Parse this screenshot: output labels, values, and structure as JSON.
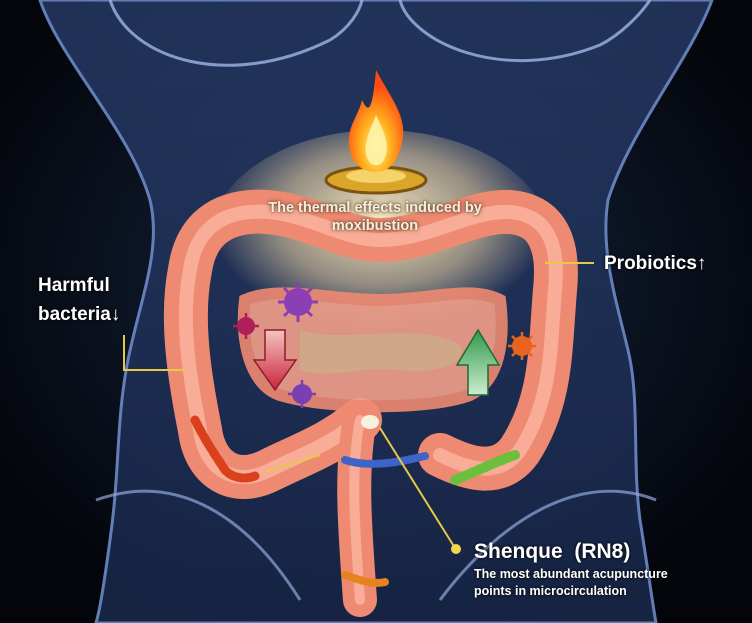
{
  "labels": {
    "thermal_line1": "The thermal effects induced by",
    "thermal_line2": "moxibustion",
    "harmful_line1": "Harmful",
    "harmful_line2": "bacteria↓",
    "probiotics": "Probiotics↑",
    "shenque_title": "Shenque  (RN8)",
    "shenque_desc_line1": "The most abundant acupuncture",
    "shenque_desc_line2": "points in microcirculation"
  },
  "colors": {
    "background": "#05070d",
    "body_outline": "#6d8bc9",
    "colon": "#f08a73",
    "colon_highlight": "#ffc7b3",
    "flame_outer": "#ff6a1a",
    "flame_inner": "#ffd84a",
    "leader_line": "#e8c84a",
    "arrow_down": "#d9364a",
    "arrow_up": "#3fae5a",
    "harmful_microbe": "#8a3fb5",
    "probiotic_microbe": "#6cbf3a"
  },
  "icons": [
    "moxibustion-flame-icon",
    "moxa-stand-icon",
    "down-arrow-icon",
    "up-arrow-icon",
    "virus-icon",
    "bacteria-chain-icon",
    "acupoint-dot-icon"
  ]
}
